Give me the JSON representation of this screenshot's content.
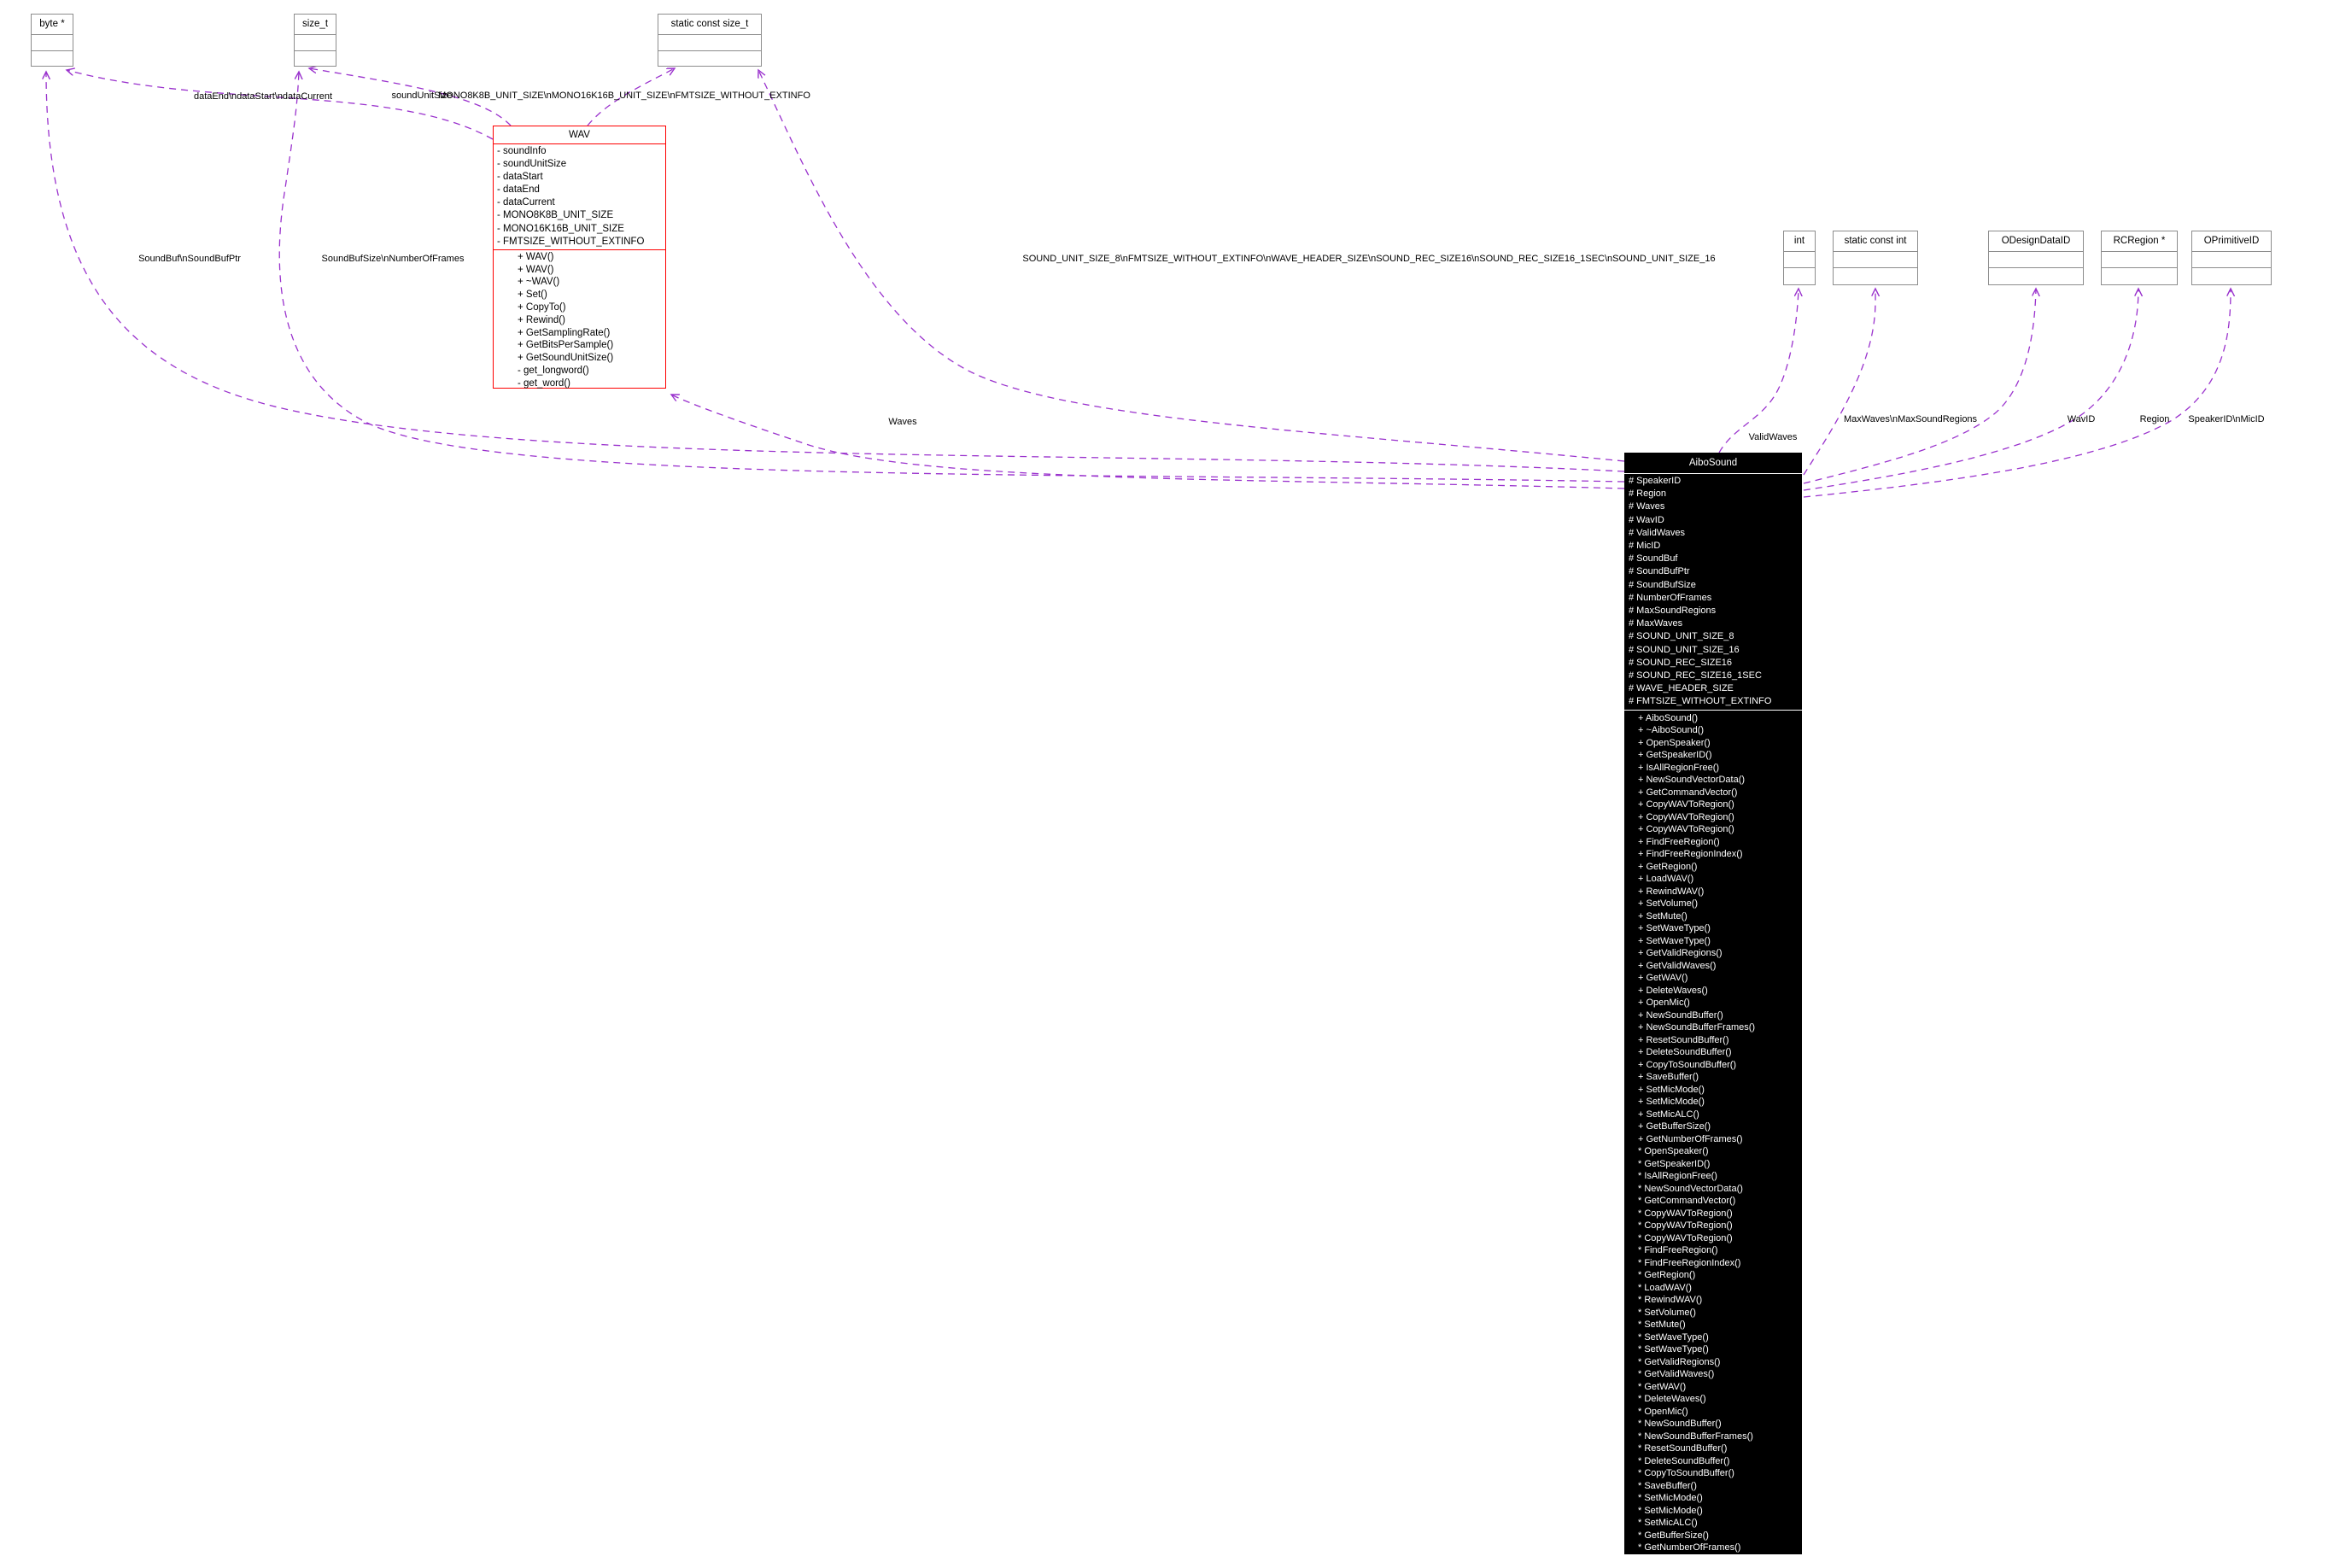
{
  "colors": {
    "background": "#ffffff",
    "edge": "#9a32cd",
    "type_box_border": "#8c8c8c",
    "wav_border": "#fe0000",
    "aibo_background": "#000000",
    "aibo_text": "#ffffff",
    "text": "#000000"
  },
  "type_boxes": [
    {
      "id": "byte-ptr",
      "title": "byte *"
    },
    {
      "id": "size-t",
      "title": "size_t"
    },
    {
      "id": "static-const-size-t",
      "title": "static const size_t"
    },
    {
      "id": "int",
      "title": "int"
    },
    {
      "id": "static-const-int",
      "title": "static const int"
    },
    {
      "id": "odesign-data-id",
      "title": "ODesignDataID"
    },
    {
      "id": "rc-region",
      "title": "RCRegion *"
    },
    {
      "id": "o-primitive-id",
      "title": "OPrimitiveID"
    }
  ],
  "classes": [
    {
      "id": "wav",
      "title": "WAV",
      "fields": [
        "- soundInfo",
        "- soundUnitSize",
        "- dataStart",
        "- dataEnd",
        "- dataCurrent",
        "- MONO8K8B_UNIT_SIZE",
        "- MONO16K16B_UNIT_SIZE",
        "- FMTSIZE_WITHOUT_EXTINFO"
      ],
      "methods": [
        "+ WAV()",
        "+ WAV()",
        "+ ~WAV()",
        "+ Set()",
        "+ CopyTo()",
        "+ Rewind()",
        "+ GetSamplingRate()",
        "+ GetBitsPerSample()",
        "+ GetSoundUnitSize()",
        "- get_longword()",
        "- get_word()"
      ]
    },
    {
      "id": "aibo-sound",
      "title": "AiboSound",
      "fields": [
        "# SpeakerID",
        "# Region",
        "# Waves",
        "# WavID",
        "# ValidWaves",
        "# MicID",
        "# SoundBuf",
        "# SoundBufPtr",
        "# SoundBufSize",
        "# NumberOfFrames",
        "# MaxSoundRegions",
        "# MaxWaves",
        "# SOUND_UNIT_SIZE_8",
        "# SOUND_UNIT_SIZE_16",
        "# SOUND_REC_SIZE16",
        "# SOUND_REC_SIZE16_1SEC",
        "# WAVE_HEADER_SIZE",
        "# FMTSIZE_WITHOUT_EXTINFO"
      ],
      "methods": [
        "+ AiboSound()",
        "+ ~AiboSound()",
        "+ OpenSpeaker()",
        "+ GetSpeakerID()",
        "+ IsAllRegionFree()",
        "+ NewSoundVectorData()",
        "+ GetCommandVector()",
        "+ CopyWAVToRegion()",
        "+ CopyWAVToRegion()",
        "+ CopyWAVToRegion()",
        "+ FindFreeRegion()",
        "+ FindFreeRegionIndex()",
        "+ GetRegion()",
        "+ LoadWAV()",
        "+ RewindWAV()",
        "+ SetVolume()",
        "+ SetMute()",
        "+ SetWaveType()",
        "+ SetWaveType()",
        "+ GetValidRegions()",
        "+ GetValidWaves()",
        "+ GetWAV()",
        "+ DeleteWaves()",
        "+ OpenMic()",
        "+ NewSoundBuffer()",
        "+ NewSoundBufferFrames()",
        "+ ResetSoundBuffer()",
        "+ DeleteSoundBuffer()",
        "+ CopyToSoundBuffer()",
        "+ SaveBuffer()",
        "+ SetMicMode()",
        "+ SetMicMode()",
        "+ SetMicALC()",
        "+ GetBufferSize()",
        "+ GetNumberOfFrames()",
        "* OpenSpeaker()",
        "* GetSpeakerID()",
        "* IsAllRegionFree()",
        "* NewSoundVectorData()",
        "* GetCommandVector()",
        "* CopyWAVToRegion()",
        "* CopyWAVToRegion()",
        "* CopyWAVToRegion()",
        "* FindFreeRegion()",
        "* FindFreeRegionIndex()",
        "* GetRegion()",
        "* LoadWAV()",
        "* RewindWAV()",
        "* SetVolume()",
        "* SetMute()",
        "* SetWaveType()",
        "* SetWaveType()",
        "* GetValidRegions()",
        "* GetValidWaves()",
        "* GetWAV()",
        "* DeleteWaves()",
        "* OpenMic()",
        "* NewSoundBuffer()",
        "* NewSoundBufferFrames()",
        "* ResetSoundBuffer()",
        "* DeleteSoundBuffer()",
        "* CopyToSoundBuffer()",
        "* SaveBuffer()",
        "* SetMicMode()",
        "* SetMicMode()",
        "* SetMicALC()",
        "* GetBufferSize()",
        "* GetNumberOfFrames()"
      ]
    }
  ],
  "edges": [
    {
      "id": "wav-to-byte-ptr",
      "from": "WAV",
      "to": "byte *",
      "label": "dataEnd\\ndataStart\\ndataCurrent"
    },
    {
      "id": "wav-to-size-t",
      "from": "WAV",
      "to": "size_t",
      "label": "soundUnitSize"
    },
    {
      "id": "wav-to-static-const-size-t",
      "from": "WAV",
      "to": "static const size_t",
      "label": "MONO8K8B_UNIT_SIZE\\nMONO16K16B_UNIT_SIZE\\nFMTSIZE_WITHOUT_EXTINFO"
    },
    {
      "id": "aibo-to-byte-ptr",
      "from": "AiboSound",
      "to": "byte *",
      "label": "SoundBuf\\nSoundBufPtr"
    },
    {
      "id": "aibo-to-size-t",
      "from": "AiboSound",
      "to": "size_t",
      "label": "SoundBufSize\\nNumberOfFrames"
    },
    {
      "id": "aibo-to-static-const-size-t",
      "from": "AiboSound",
      "to": "static const size_t",
      "label": "SOUND_UNIT_SIZE_8\\nFMTSIZE_WITHOUT_EXTINFO\\nWAVE_HEADER_SIZE\\nSOUND_REC_SIZE16\\nSOUND_REC_SIZE16_1SEC\\nSOUND_UNIT_SIZE_16"
    },
    {
      "id": "aibo-to-wav",
      "from": "AiboSound",
      "to": "WAV",
      "label": "Waves"
    },
    {
      "id": "aibo-to-int",
      "from": "AiboSound",
      "to": "int",
      "label": "ValidWaves"
    },
    {
      "id": "aibo-to-static-const-int",
      "from": "AiboSound",
      "to": "static const int",
      "label": "MaxWaves\\nMaxSoundRegions"
    },
    {
      "id": "aibo-to-odesign-data-id",
      "from": "AiboSound",
      "to": "ODesignDataID",
      "label": "WavID"
    },
    {
      "id": "aibo-to-rc-region",
      "from": "AiboSound",
      "to": "RCRegion *",
      "label": "Region"
    },
    {
      "id": "aibo-to-o-primitive-id",
      "from": "AiboSound",
      "to": "OPrimitiveID",
      "label": "SpeakerID\\nMicID"
    }
  ]
}
